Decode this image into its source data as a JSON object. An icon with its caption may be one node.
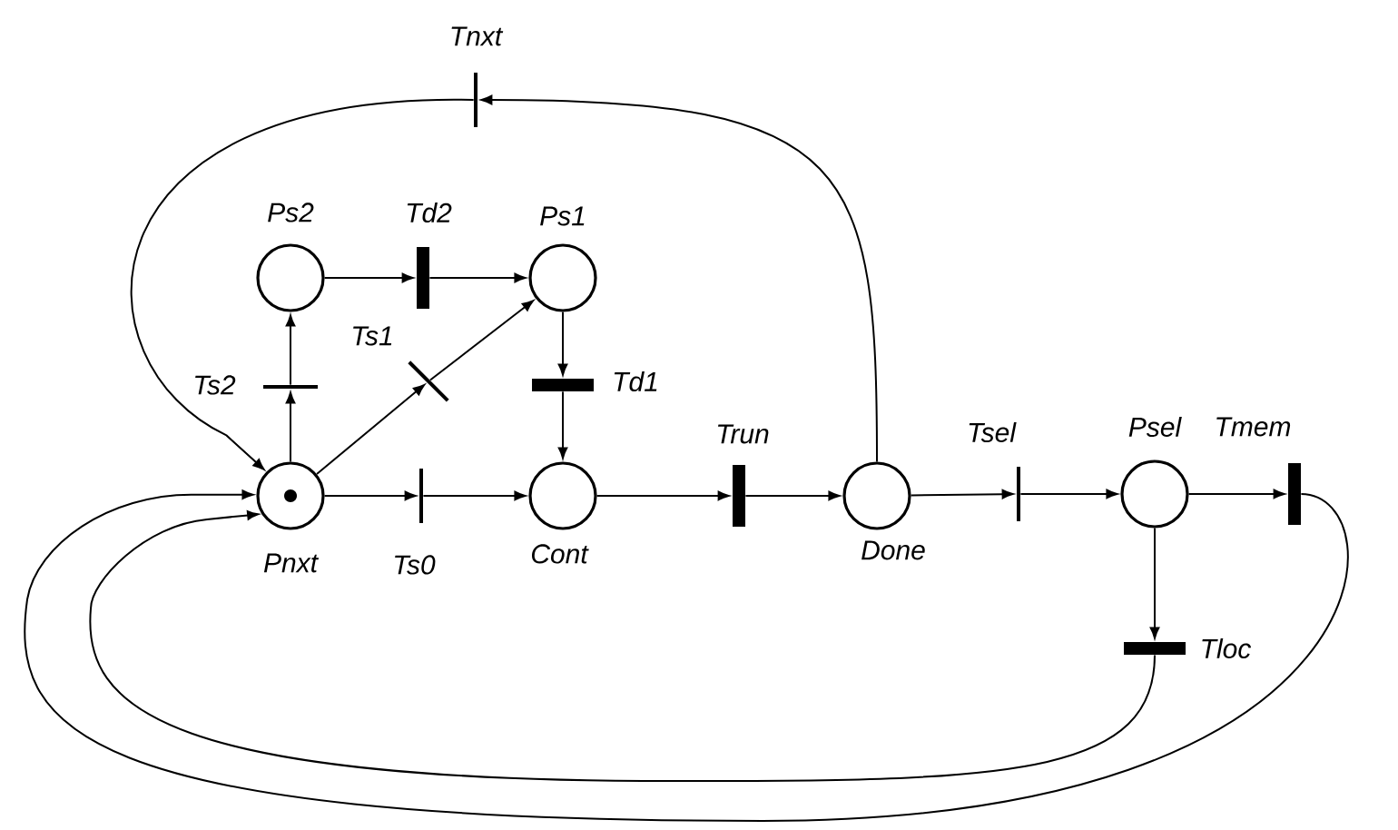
{
  "diagram": {
    "nodes": [
      {
        "text": [],
        "shape": "line",
        "beside": [
          "Tnxt"
        ]
      },
      {
        "text": [],
        "shape": "circle",
        "beside": [
          "Ps2"
        ]
      },
      {
        "text": [],
        "shape": "bar",
        "beside": [
          "Td2"
        ]
      },
      {
        "text": [],
        "shape": "circle",
        "beside": [
          "Ps1"
        ]
      },
      {
        "text": [],
        "shape": "line",
        "beside": [
          "Ts1"
        ]
      },
      {
        "text": [],
        "shape": "line",
        "beside": [
          "Ts2"
        ]
      },
      {
        "text": [],
        "shape": "bar",
        "beside": [
          "Td1"
        ]
      },
      {
        "text": [],
        "shape": "circle",
        "beside": [
          "Pnxt"
        ]
      },
      {
        "text": [],
        "shape": "line",
        "beside": [
          "Ts0"
        ]
      },
      {
        "text": [],
        "shape": "circle",
        "beside": [
          "Cont"
        ]
      },
      {
        "text": [],
        "shape": "bar",
        "beside": [
          "Trun"
        ]
      },
      {
        "text": [],
        "shape": "circle",
        "beside": [
          "Done"
        ]
      },
      {
        "text": [],
        "shape": "line",
        "beside": [
          "Tsel"
        ]
      },
      {
        "text": [],
        "shape": "circle",
        "beside": [
          "Psel"
        ]
      },
      {
        "text": [],
        "shape": "bar",
        "beside": [
          "Tmem"
        ]
      },
      {
        "text": [],
        "shape": "bar",
        "beside": [
          "Tloc"
        ]
      }
    ],
    "edges": [
      {
        "from": 7,
        "to": 5,
        "arrow": "to"
      },
      {
        "from": 5,
        "to": 1,
        "arrow": "to"
      },
      {
        "from": 1,
        "to": 2,
        "arrow": "to"
      },
      {
        "from": 2,
        "to": 3,
        "arrow": "to"
      },
      {
        "from": 7,
        "to": 4,
        "arrow": "to"
      },
      {
        "from": 4,
        "to": 3,
        "arrow": "to"
      },
      {
        "from": 3,
        "to": 6,
        "arrow": "to"
      },
      {
        "from": 6,
        "to": 9,
        "arrow": "to"
      },
      {
        "from": 7,
        "to": 8,
        "arrow": "to"
      },
      {
        "from": 8,
        "to": 9,
        "arrow": "to"
      },
      {
        "from": 9,
        "to": 10,
        "arrow": "to"
      },
      {
        "from": 10,
        "to": 11,
        "arrow": "to"
      },
      {
        "from": 11,
        "to": 0,
        "arrow": "to"
      },
      {
        "from": 0,
        "to": 7,
        "arrow": "to"
      },
      {
        "from": 11,
        "to": 12,
        "arrow": "to"
      },
      {
        "from": 12,
        "to": 13,
        "arrow": "to"
      },
      {
        "from": 13,
        "to": 14,
        "arrow": "to"
      },
      {
        "from": 13,
        "to": 15,
        "arrow": "to"
      },
      {
        "from": 14,
        "to": 7,
        "arrow": "to"
      },
      {
        "from": 15,
        "to": 7,
        "arrow": "to"
      }
    ]
  }
}
